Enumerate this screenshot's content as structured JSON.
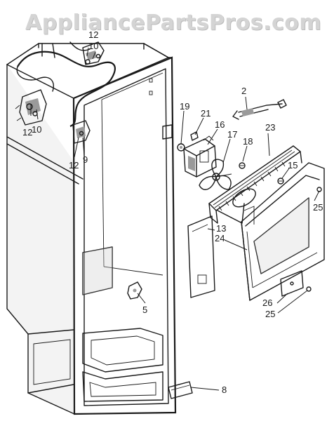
{
  "watermark": "AppliancePartsPros.com",
  "callouts": {
    "c12a": "12",
    "c10a": "10",
    "c12b": "12",
    "c10b": "10",
    "c12c": "12",
    "c9": "9",
    "c19": "19",
    "c21": "21",
    "c16": "16",
    "c17": "17",
    "c2": "2",
    "c23": "23",
    "c18": "18",
    "c15": "15",
    "c25a": "25",
    "c13": "13",
    "c24": "24",
    "c5": "5",
    "c26": "26",
    "c25b": "25",
    "c8": "8"
  }
}
